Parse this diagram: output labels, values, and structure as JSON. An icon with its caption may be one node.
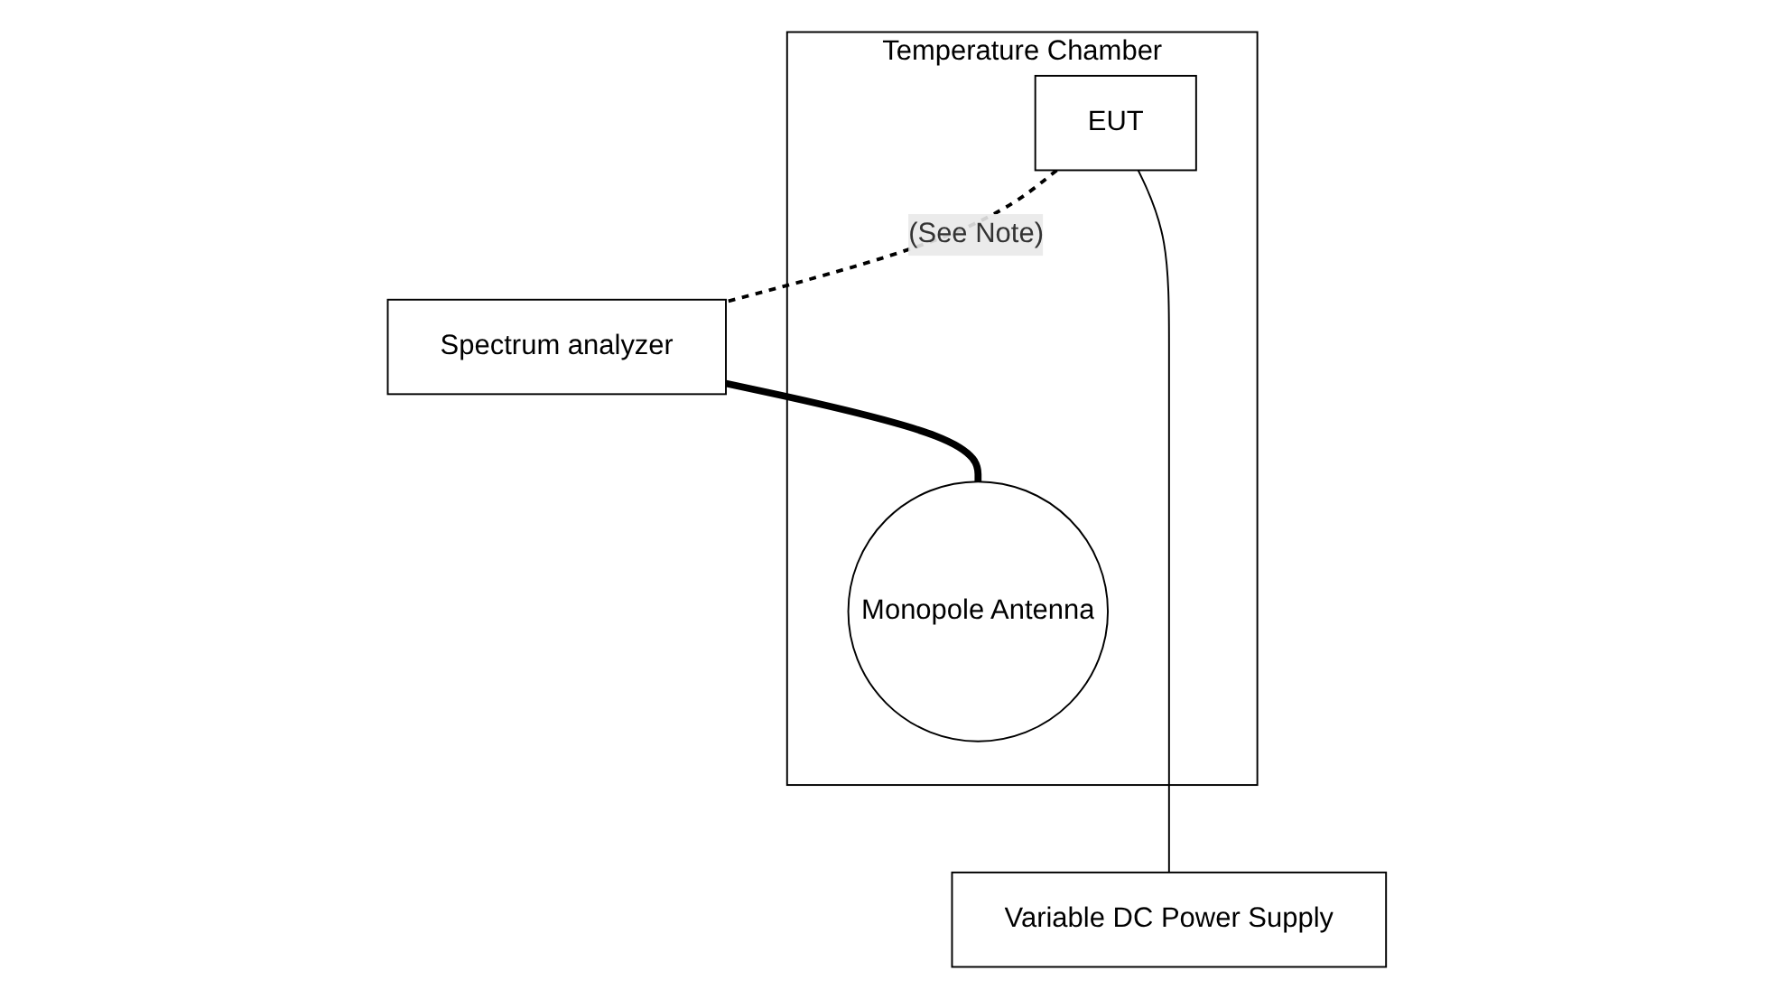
{
  "diagram": {
    "nodes": [
      {
        "text": [
          "Temperature Chamber"
        ]
      },
      {
        "text": [
          "Spectrum analyzer"
        ]
      },
      {
        "text": [
          "Monopole Antenna"
        ],
        "in": 0
      },
      {
        "text": [
          "EUT"
        ],
        "in": 0
      },
      {
        "text": [
          "Variable DC Power Supply"
        ]
      }
    ],
    "edges": [
      {
        "from": 1,
        "to": 2,
        "arrow": "none",
        "style": "thick"
      },
      {
        "from": 3,
        "to": 1,
        "arrow": "none",
        "style": "dashed",
        "label": "(See Note)"
      },
      {
        "from": 3,
        "to": 4,
        "arrow": "none"
      }
    ]
  }
}
